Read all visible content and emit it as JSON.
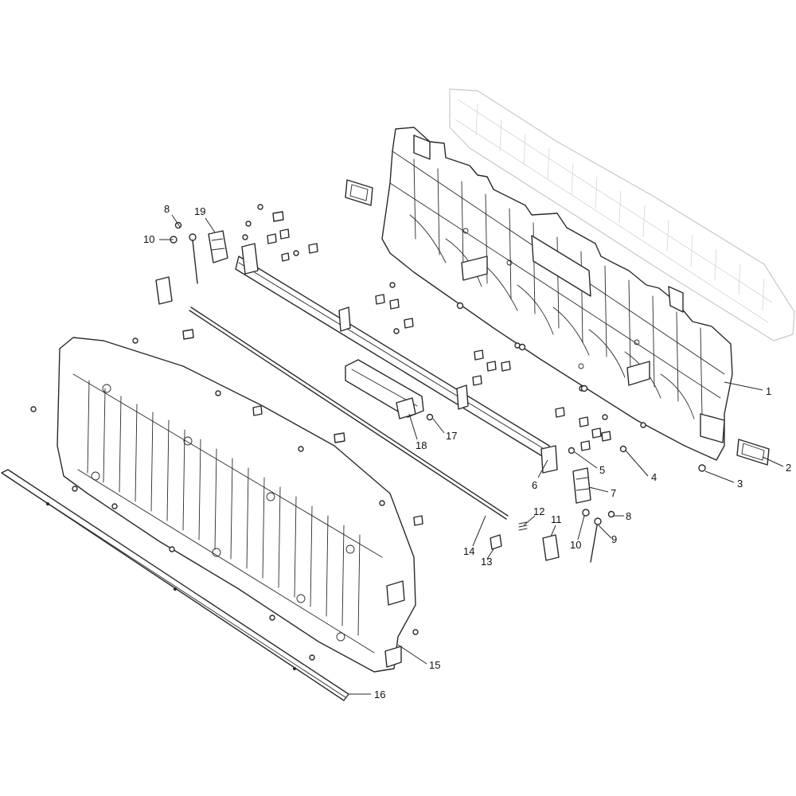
{
  "diagram": {
    "colors": {
      "line": "#2a2a2a",
      "ghost": "#c8c8c8",
      "background": "#ffffff"
    },
    "callouts": [
      {
        "id": "c1",
        "label": "1"
      },
      {
        "id": "c2",
        "label": "2"
      },
      {
        "id": "c3",
        "label": "3"
      },
      {
        "id": "c4",
        "label": "4"
      },
      {
        "id": "c5",
        "label": "5"
      },
      {
        "id": "c6",
        "label": "6"
      },
      {
        "id": "c7",
        "label": "7"
      },
      {
        "id": "c8a",
        "label": "8"
      },
      {
        "id": "c8b",
        "label": "8"
      },
      {
        "id": "c9",
        "label": "9"
      },
      {
        "id": "c10a",
        "label": "10"
      },
      {
        "id": "c10b",
        "label": "10"
      },
      {
        "id": "c11",
        "label": "11"
      },
      {
        "id": "c12",
        "label": "12"
      },
      {
        "id": "c13",
        "label": "13"
      },
      {
        "id": "c14",
        "label": "14"
      },
      {
        "id": "c15",
        "label": "15"
      },
      {
        "id": "c16",
        "label": "16"
      },
      {
        "id": "c17",
        "label": "17"
      },
      {
        "id": "c18",
        "label": "18"
      },
      {
        "id": "c19",
        "label": "19"
      }
    ]
  }
}
